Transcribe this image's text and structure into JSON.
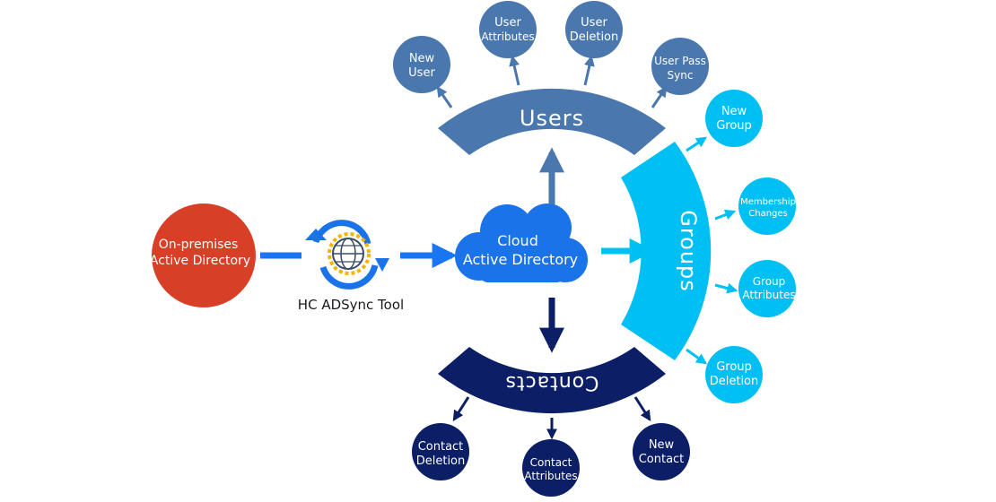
{
  "colors": {
    "source": "#D73F27",
    "sync_icon": "#1A73E8",
    "flow_arrow": "#1976F2",
    "cloud": "#1A73E8",
    "users": "#4A77AE",
    "groups": "#00C0F3",
    "contacts": "#0B1E66",
    "label_text": "#1a1a1a"
  },
  "source": {
    "line1": "On-premises",
    "line2": "Active Directory"
  },
  "sync_tool": {
    "label": "HC ADSync Tool",
    "icon": "sync-globe-icon"
  },
  "cloud": {
    "line1": "Cloud",
    "line2": "Active Directory",
    "icon": "cloud-icon"
  },
  "sections": {
    "users": {
      "label": "Users",
      "nodes": [
        {
          "line1": "New",
          "line2": "User"
        },
        {
          "line1": "User",
          "line2": "Attributes"
        },
        {
          "line1": "User",
          "line2": "Deletion"
        },
        {
          "line1": "User Pass",
          "line2": "Sync"
        }
      ]
    },
    "groups": {
      "label": "Groups",
      "nodes": [
        {
          "line1": "New",
          "line2": "Group"
        },
        {
          "line1": "Membership",
          "line2": "Changes"
        },
        {
          "line1": "Group",
          "line2": "Attributes"
        },
        {
          "line1": "Group",
          "line2": "Deletion"
        }
      ]
    },
    "contacts": {
      "label": "Contacts",
      "nodes": [
        {
          "line1": "Contact",
          "line2": "Deletion"
        },
        {
          "line1": "Contact",
          "line2": "Attributes"
        },
        {
          "line1": "New",
          "line2": "Contact"
        }
      ]
    }
  }
}
